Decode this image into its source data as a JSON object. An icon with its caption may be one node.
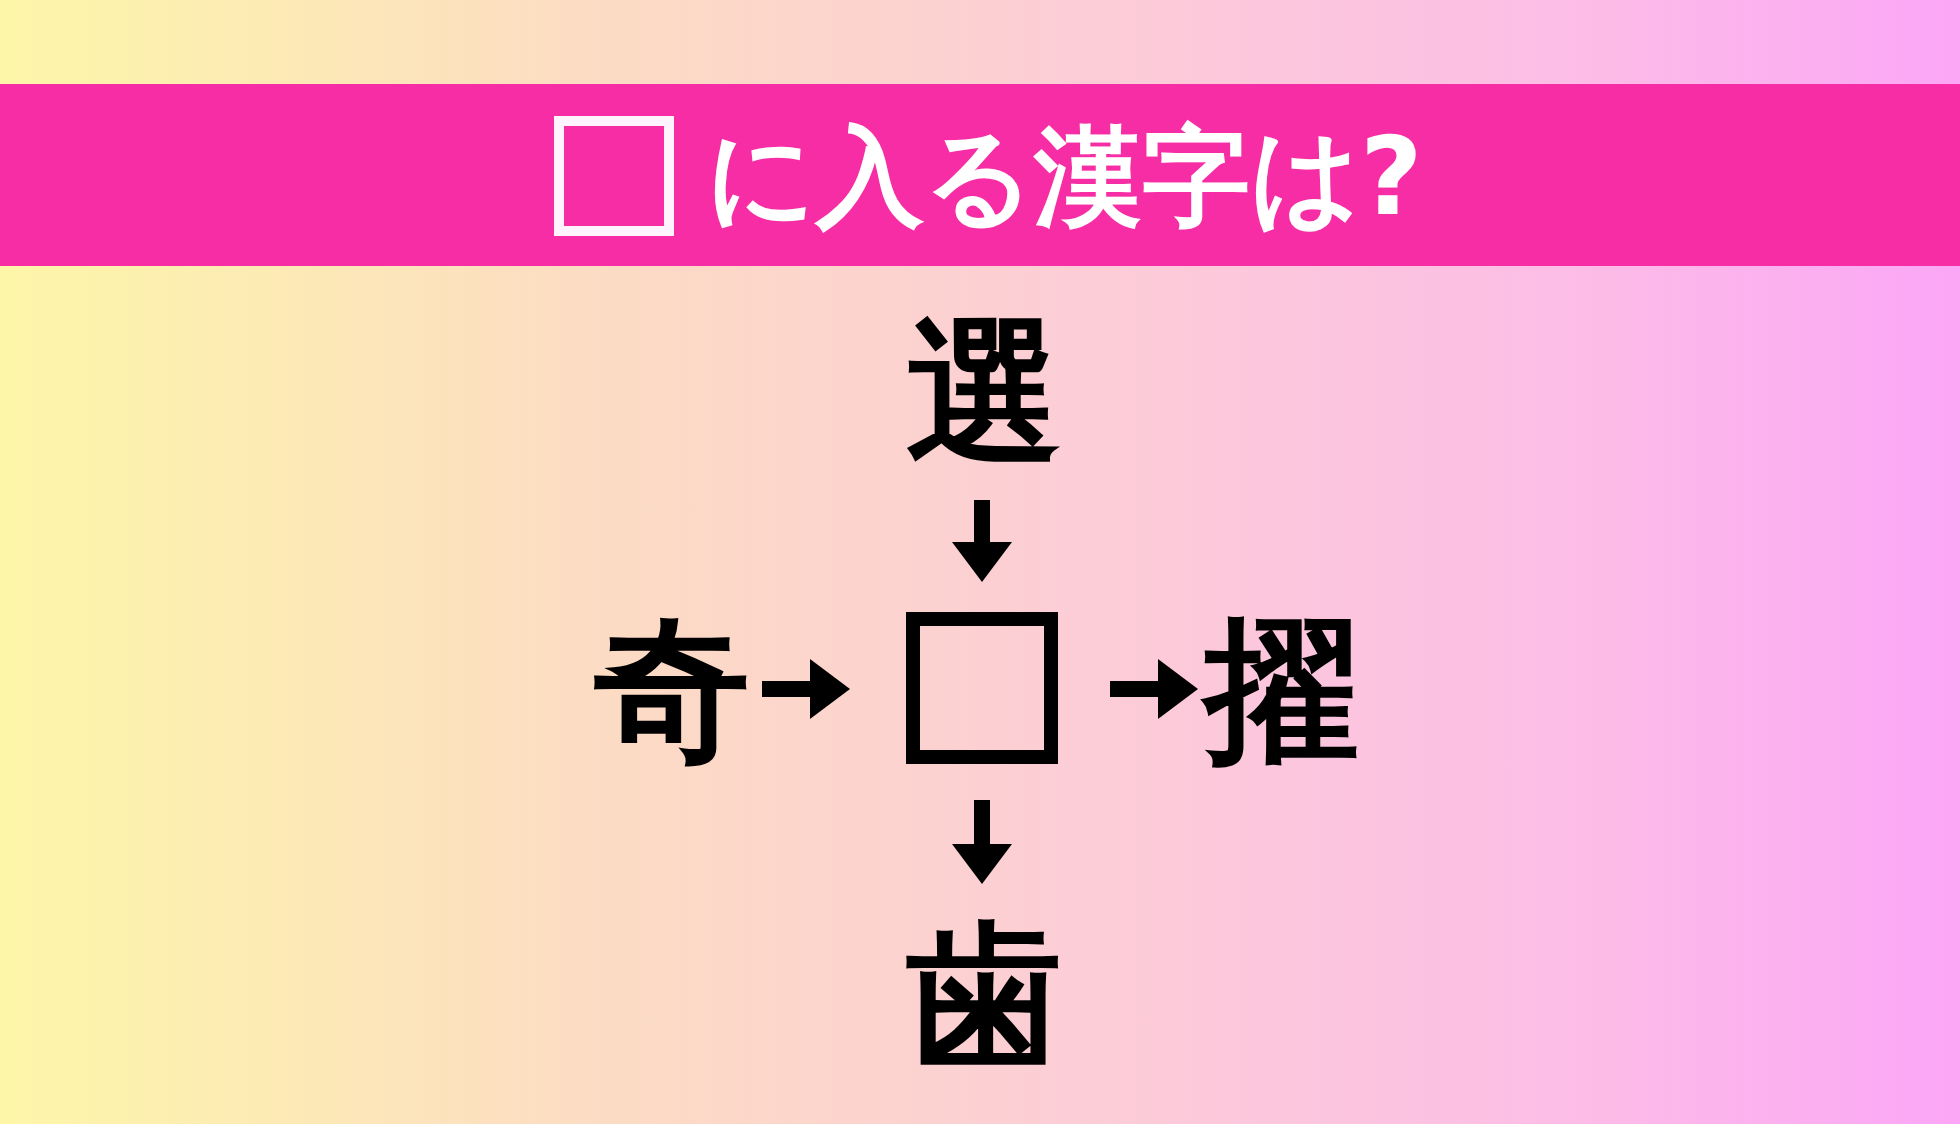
{
  "diagram": {
    "title": "に入る漢字は?",
    "nodes": [
      {
        "text": [
          "選"
        ]
      },
      {
        "text": [
          "奇"
        ]
      },
      {
        "text": [],
        "shape": "box"
      },
      {
        "text": [
          "擢"
        ]
      },
      {
        "text": [
          "歯"
        ]
      }
    ],
    "edges": [
      {
        "from": 0,
        "to": 2,
        "arrow": "to"
      },
      {
        "from": 1,
        "to": 2,
        "arrow": "to"
      },
      {
        "from": 2,
        "to": 3,
        "arrow": "to"
      },
      {
        "from": 2,
        "to": 4,
        "arrow": "to"
      }
    ]
  }
}
